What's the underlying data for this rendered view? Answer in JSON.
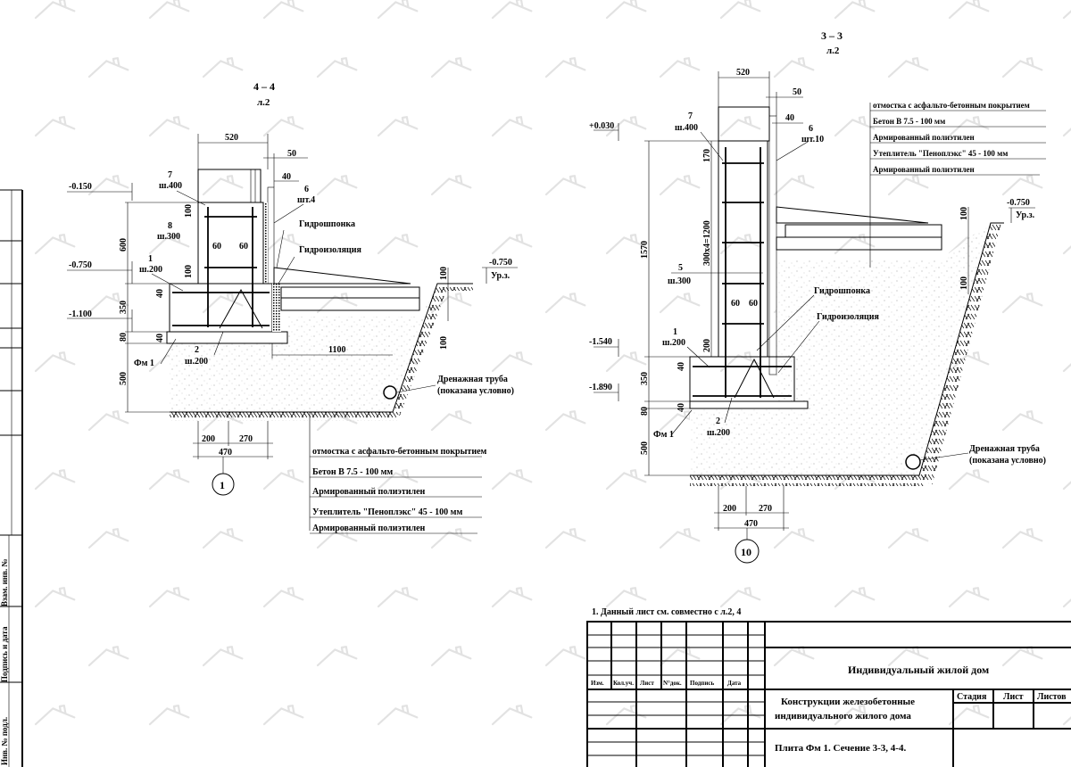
{
  "watermark": "Plans.ru",
  "section_4_4": {
    "title": "4 – 4",
    "sheet_ref": "л.2",
    "dims": {
      "width_top": "520",
      "ins": "50",
      "plaster": "40",
      "h_wall": "600",
      "h_slab": "350",
      "h_prep": "80",
      "h_sand": "500",
      "v100a": "100",
      "v100b": "100",
      "v40a": "40",
      "v40b": "40",
      "cov60a": "60",
      "cov60b": "60",
      "sand_w": "1100",
      "g100a": "100",
      "g100b": "100",
      "b200": "200",
      "b270": "270",
      "b470": "470"
    },
    "levels": {
      "l1": "-0.150",
      "l2": "-0.750",
      "l3": "-1.100",
      "ground": "-0.750",
      "ground_label": "Ур.з."
    },
    "marks": {
      "m7": "7",
      "m7s": "ш.400",
      "m8": "8",
      "m8s": "ш.300",
      "m1": "1",
      "m1s": "ш.200",
      "m2": "2",
      "m2s": "ш.200",
      "m6": "6",
      "m6s": "шт.4",
      "fm": "Фм 1"
    },
    "callouts": {
      "key": "Гидрошпонка",
      "waterproof": "Гидроизоляция",
      "drain1": "Дренажная труба",
      "drain2": "(показана условно)"
    },
    "axis": "1",
    "layers": [
      "отмостка с асфальто-бетонным покрытием",
      "Бетон В 7.5 - 100 мм",
      "Армированный полиэтилен",
      "Утеплитель \"Пеноплэкс\" 45 - 100 мм",
      "Армированный полиэтилен"
    ]
  },
  "section_3_3": {
    "title": "3 – 3",
    "sheet_ref": "л.2",
    "dims": {
      "width_top": "520",
      "ins": "50",
      "plaster": "40",
      "h_wall": "1570",
      "h_slab": "350",
      "h_prep": "80",
      "h_sand": "500",
      "v170": "170",
      "v1200": "300x4=1200",
      "v200": "200",
      "v40a": "40",
      "v40b": "40",
      "cov60a": "60",
      "cov60b": "60",
      "g100a": "100",
      "g100b": "100",
      "b200": "200",
      "b270": "270",
      "b470": "470"
    },
    "levels": {
      "l1": "+0.030",
      "l2": "-1.540",
      "l3": "-1.890",
      "ground": "-0.750",
      "ground_label": "Ур.з."
    },
    "marks": {
      "m7": "7",
      "m7s": "ш.400",
      "m5": "5",
      "m5s": "ш.300",
      "m1": "1",
      "m1s": "ш.200",
      "m2": "2",
      "m2s": "ш.200",
      "m6": "6",
      "m6s": "шт.10",
      "fm": "Фм 1"
    },
    "callouts": {
      "key": "Гидрошпонка",
      "waterproof": "Гидроизоляция",
      "drain1": "Дренажная труба",
      "drain2": "(показана условно)"
    },
    "axis": "10",
    "layers": [
      "отмостка с асфальто-бетонным покрытием",
      "Бетон В 7.5 - 100 мм",
      "Армированный полиэтилен",
      "Утеплитель \"Пеноплэкс\" 45 - 100 мм",
      "Армированный полиэтилен"
    ]
  },
  "note": "1. Данный лист см. совместно с л.2, 4",
  "title_block": {
    "headers": [
      "Изм.",
      "Кол.уч.",
      "Лист",
      "N°док.",
      "Подпись",
      "Дата"
    ],
    "project": "Индивидуальный жилой дом",
    "subject_line1": "Конструкции железобетонные",
    "subject_line2": "индивидуального жилого дома",
    "sheet_title": "Плита Фм 1. Сечение 3-3, 4-4.",
    "stage": "Стадия",
    "sheet": "Лист",
    "sheets": "Листов"
  },
  "margin_strip": [
    "Взам. инв. №",
    "Подпись и дата",
    "Инв. № подл."
  ]
}
